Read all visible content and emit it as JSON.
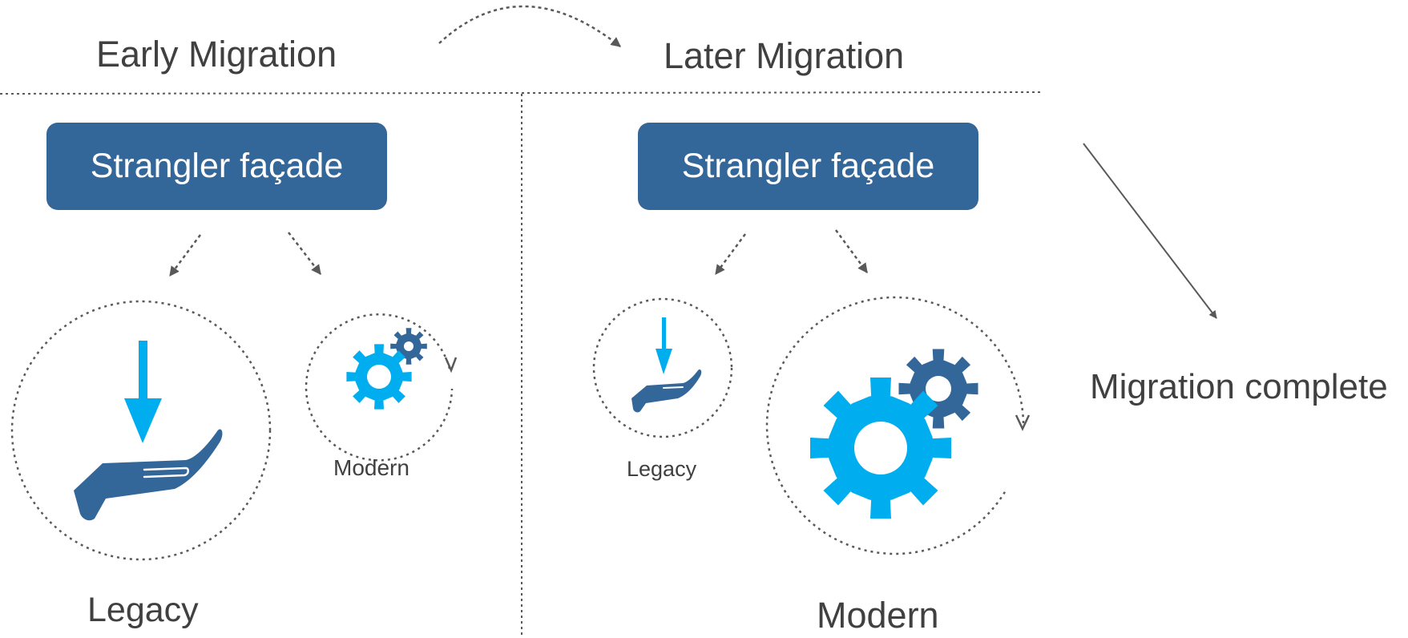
{
  "phases": {
    "early_title": "Early Migration",
    "later_title": "Later Migration",
    "complete_label": "Migration complete"
  },
  "early": {
    "facade_label": "Strangler façade",
    "legacy_label": "Legacy",
    "modern_label": "Modern"
  },
  "later": {
    "facade_label": "Strangler façade",
    "legacy_label": "Legacy",
    "modern_label": "Modern"
  },
  "icons": {
    "hand": "hand-receiving-icon",
    "gear": "gear-icon",
    "arrow": "down-arrow-icon"
  },
  "colors": {
    "facade": "#336699",
    "bright_blue": "#00AEEF",
    "dark_blue": "#336699",
    "text": "#404040",
    "dotted": "#595959"
  }
}
